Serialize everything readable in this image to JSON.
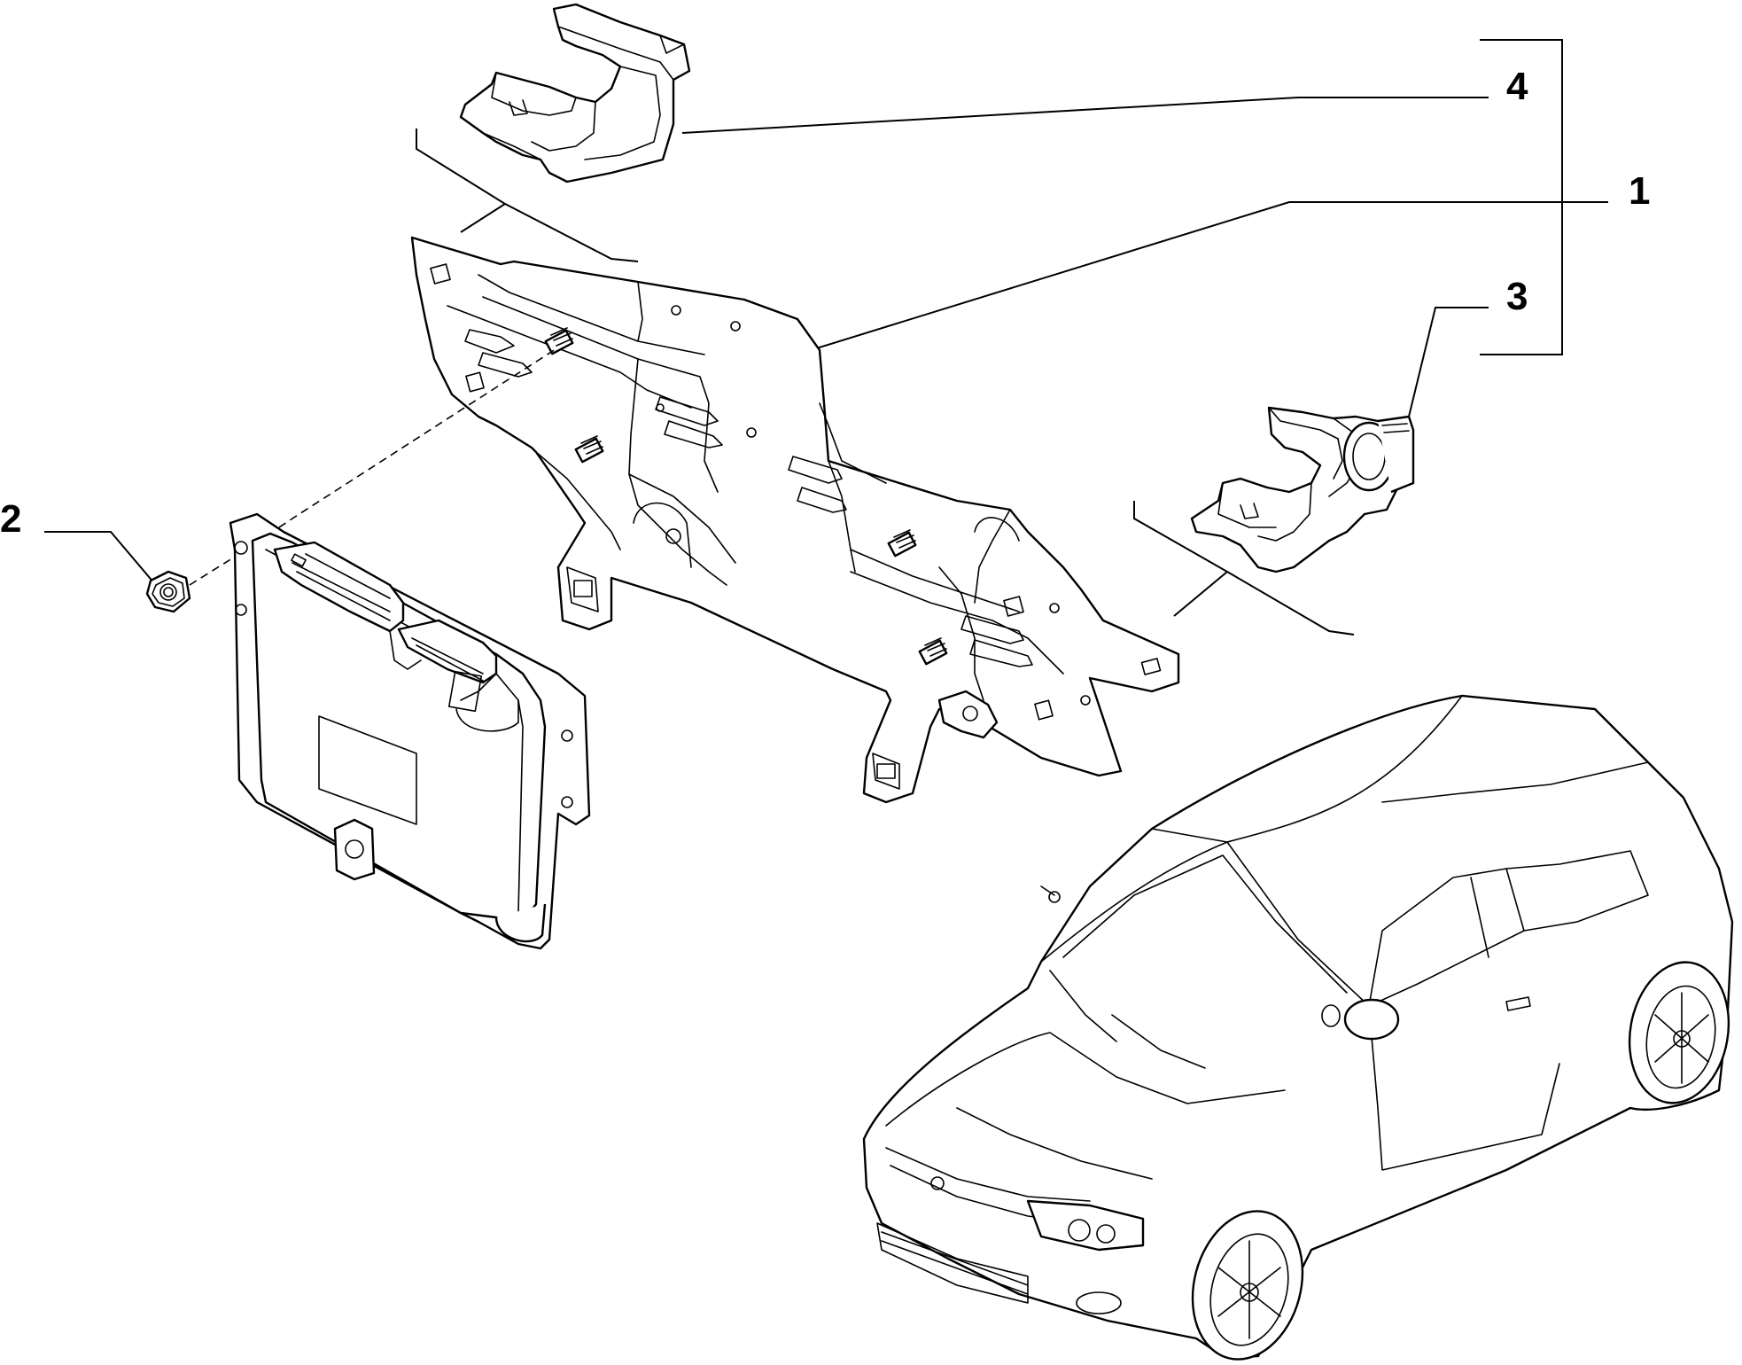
{
  "callouts": [
    {
      "id": "1",
      "label": "1",
      "part": "mounting-bracket"
    },
    {
      "id": "2",
      "label": "2",
      "part": "hex-nut"
    },
    {
      "id": "3",
      "label": "3",
      "part": "cable-clip-with-grommet"
    },
    {
      "id": "4",
      "label": "4",
      "part": "cable-clip"
    }
  ],
  "colors": {
    "line": "#000000",
    "background": "#ffffff"
  },
  "icons": [
    "ecu-module-drawing",
    "bracket-drawing",
    "clip-drawing",
    "nut-drawing",
    "car-drawing"
  ]
}
